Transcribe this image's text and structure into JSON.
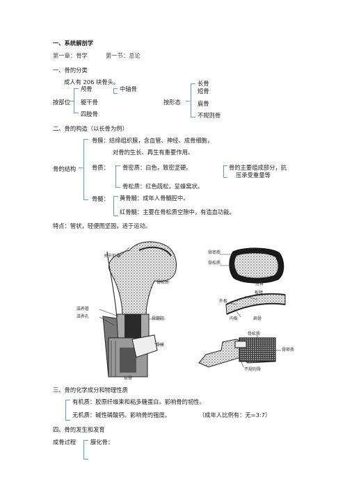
{
  "heading": "一、系统解剖学",
  "chapter": {
    "chap": "第一章：骨学",
    "sect": "第一节：总论"
  },
  "s1": {
    "title": "一、骨的分类",
    "intro": "成人有 206 块骨头。",
    "by_part": {
      "label": "按部位",
      "items": [
        "颅骨",
        "中轴骨",
        "躯干骨",
        "四肢骨"
      ]
    },
    "by_shape": {
      "label": "按形态",
      "items": [
        "长骨",
        "短骨",
        "扁骨",
        "不规则骨"
      ]
    }
  },
  "s2": {
    "title": "二、骨的构造（以长骨为例）",
    "root": "骨的结构",
    "periosteum": "骨膜：结缔组织膜，含血管、神经、成骨细胞，",
    "periosteum2": "对骨的生长、再生有重要作用。",
    "substance": "骨质：",
    "compact": "骨密质：白色，致密坚硬。",
    "spongy": "骨松质：红色疏松，呈蜂窝状。",
    "note": "骨的主要组成部分，抗",
    "note2": "压承受重量等",
    "marrow": "骨髓：",
    "yellow": "黄骨髓：成年人骨髓腔中。",
    "red": "红骨髓：主要在骨松质空隙中，有造血功能。"
  },
  "feature": "特点：管状，轻便而坚固，适于运动。",
  "figure": {
    "long": {
      "caption": "长骨",
      "articular": "关节软骨",
      "spongy": "骨松质",
      "nutrient_vessel": "滋养管",
      "nutrient_foramen": "滋养孔",
      "marrow_cavity": "骨髓腔",
      "periosteum": "骨膜"
    },
    "short": {
      "compact": "骨密质",
      "spongy": "骨松质",
      "caption": "短骨"
    },
    "flat": {
      "outer": "外板",
      "diploe": "板障",
      "inner": "内板",
      "caption": "扁骨"
    },
    "irregular": {
      "spongy": "骨松质",
      "compact": "骨密质",
      "caption": "不规则骨"
    }
  },
  "s3": {
    "title": "三、骨的化学成分和物理性质",
    "organic": "有机质：胶原纤维束和粘多糖蛋白。影响骨的韧性。",
    "inorganic": "无机质：碱性磷酸钙。影响骨的强度。",
    "ratio": "（成年人比例有：无=3:7）"
  },
  "s4": {
    "title": "四、骨的发生和发育",
    "process": "成骨过程",
    "membranous": "膜化骨："
  }
}
